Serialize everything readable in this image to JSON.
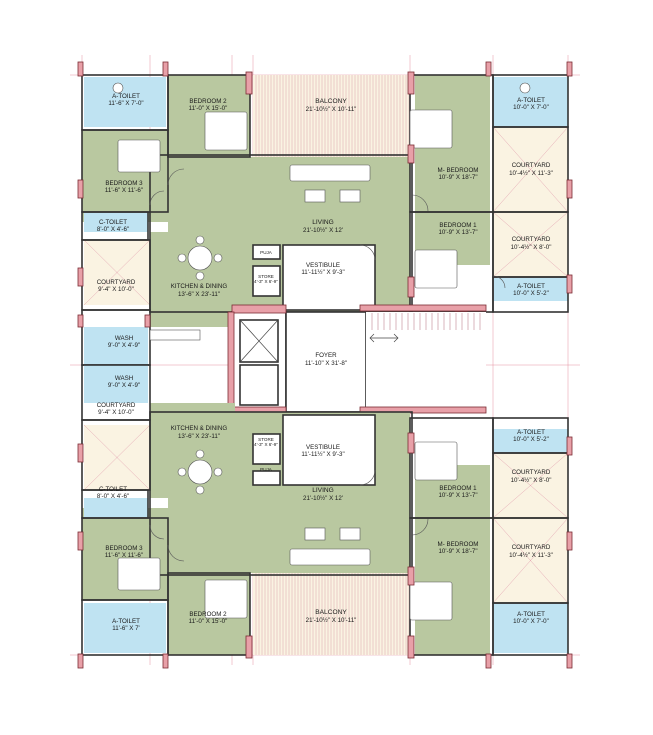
{
  "units": {
    "top": {
      "a_toilet_left": {
        "name": "A-TOILET",
        "size": "11'-6\" X 7'-0\""
      },
      "bedroom2": {
        "name": "BEDROOM 2",
        "size": "11'-0\" X 15'-0\""
      },
      "balcony": {
        "name": "BALCONY",
        "size": "21'-10½\" X 10'-11\""
      },
      "m_bedroom": {
        "name": "M- BEDROOM",
        "size": "10'-9\" X 18'-7\""
      },
      "a_toilet_right": {
        "name": "A-TOILET",
        "size": "10'-0\" X 7'-0\""
      },
      "courtyard_r1": {
        "name": "COURTYARD",
        "size": "10'-4½\" X 11'-3\""
      },
      "bedroom3": {
        "name": "BEDROOM 3",
        "size": "11'-6\" X 11'-6\""
      },
      "living": {
        "name": "LIVING",
        "size": "21'-10½\" X 12'"
      },
      "c_toilet": {
        "name": "C-TOILET",
        "size": "8'-0\" X 4'-6\""
      },
      "bedroom1": {
        "name": "BEDROOM 1",
        "size": "10'-9\" X 13'-7\""
      },
      "courtyard_r2": {
        "name": "COURTYARD",
        "size": "10'-4½\" X 8'-0\""
      },
      "puja": {
        "name": "PUJA"
      },
      "vestibule": {
        "name": "VESTIBULE",
        "size": "11'-11½\" X 9'-3\""
      },
      "store": {
        "name": "STORE",
        "size": "4'-3\" X 6'-9\""
      },
      "kitchen": {
        "name": "KITCHEN & DINING",
        "size": "13'-6\" X 23'-11\""
      },
      "courtyard_left": {
        "name": "COURTYARD",
        "size": "9'-4\" X 10'-0\""
      },
      "a_toilet_small": {
        "name": "A-TOILET",
        "size": "10'-0\" X 5'-2\""
      },
      "wash": {
        "name": "WASH",
        "size": "9'-0\" X 4'-9\""
      }
    },
    "center": {
      "foyer": {
        "name": "FOYER",
        "size": "11'-10\" X 31'-8\""
      }
    },
    "bottom": {
      "wash": {
        "name": "WASH",
        "size": "9'-0\" X 4'-9\""
      },
      "courtyard_left": {
        "name": "COURTYARD",
        "size": "9'-4\" X 10'-0\""
      },
      "kitchen": {
        "name": "KITCHEN & DINING",
        "size": "13'-6\" X 23'-11\""
      },
      "store": {
        "name": "STORE",
        "size": "4'-3\" X 6'-9\""
      },
      "vestibule": {
        "name": "VESTIBULE",
        "size": "11'-11½\" X 9'-3\""
      },
      "puja": {
        "name": "PUJA"
      },
      "a_toilet_small": {
        "name": "A-TOILET",
        "size": "10'-0\" X 5'-2\""
      },
      "courtyard_r2": {
        "name": "COURTYARD",
        "size": "10'-4½\" X 8'-0\""
      },
      "bedroom1": {
        "name": "BEDROOM 1",
        "size": "10'-9\" X 13'-7\""
      },
      "c_toilet": {
        "name": "C-TOILET",
        "size": "8'-0\" X 4'-6\""
      },
      "living": {
        "name": "LIVING",
        "size": "21'-10½\" X 12'"
      },
      "bedroom3": {
        "name": "BEDROOM 3",
        "size": "11'-6\" X 11'-6\""
      },
      "m_bedroom": {
        "name": "M- BEDROOM",
        "size": "10'-9\" X 18'-7\""
      },
      "courtyard_r1": {
        "name": "COURTYARD",
        "size": "10'-4½\" X 11'-3\""
      },
      "a_toilet_left": {
        "name": "A-TOILET",
        "size": "11'-6\" X 7'"
      },
      "bedroom2": {
        "name": "BEDROOM 2",
        "size": "11'-0\" X 15'-0\""
      },
      "balcony": {
        "name": "BALCONY",
        "size": "21'-10½\" X 10'-11\""
      },
      "a_toilet_right": {
        "name": "A-TOILET",
        "size": "10'-0\" X 7'-0\""
      }
    }
  },
  "colors": {
    "green": "#b9c8a0",
    "toilet_blue": "#bfe3f2",
    "balcony_cream": "#faf3e2",
    "column_pink": "#e8a0a8",
    "grid_line": "#e07a8c"
  }
}
